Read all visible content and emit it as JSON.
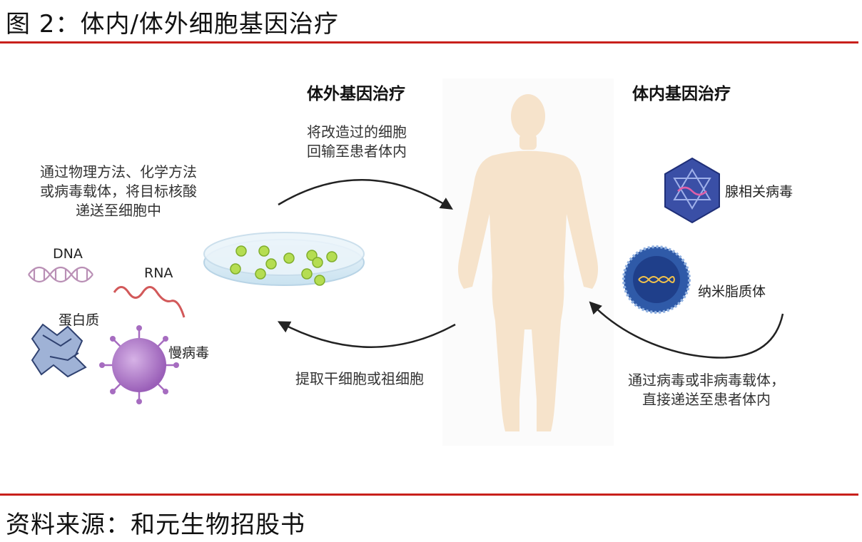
{
  "figure": {
    "title": "图 2：体内/体外细胞基因治疗",
    "source": "资料来源：和元生物招股书"
  },
  "diagram": {
    "ex_vivo_heading": "体外基因治疗",
    "in_vivo_heading": "体内基因治疗",
    "delivery_methods": [
      "通过物理方法、化学方法",
      "或病毒载体，将目标核酸",
      "递送至细胞中"
    ],
    "reinfuse": [
      "将改造过的细胞",
      "回输至患者体内"
    ],
    "extract": "提取干细胞或祖细胞",
    "in_vivo_delivery": [
      "通过病毒或非病毒载体，",
      "直接递送至患者体内"
    ],
    "cargo": {
      "dna": "DNA",
      "rna": "RNA",
      "protein": "蛋白质",
      "lentivirus": "慢病毒"
    },
    "vectors": {
      "aav": "腺相关病毒",
      "lnp": "纳米脂质体"
    }
  },
  "colors": {
    "rule": "#c8201b",
    "body_skin": "#f6e3cb",
    "arrow": "#222222",
    "aav_fill": "#3a4fa6",
    "lnp_fill": "#2f5aa8",
    "rna": "#d2595a",
    "dna": "#b98fb5",
    "lentivirus": "#a66cc0",
    "cell": "#a9d84a"
  }
}
